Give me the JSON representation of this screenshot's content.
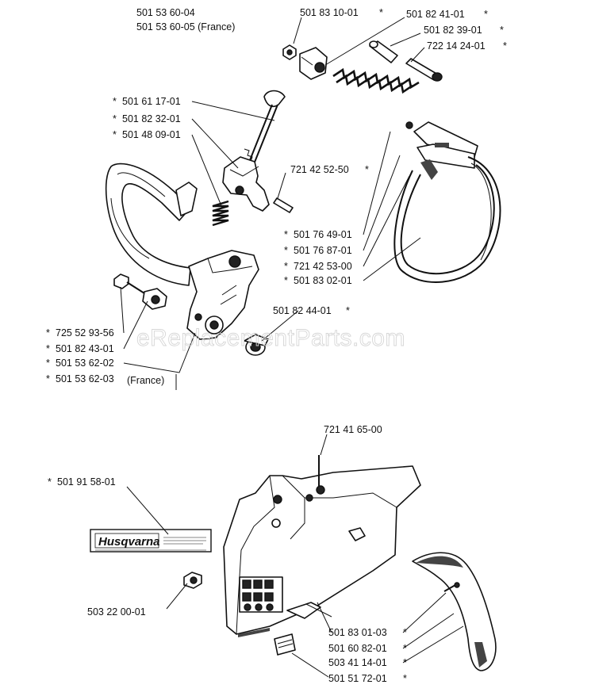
{
  "watermark": "eReplacementParts.com",
  "logo": {
    "brand": "Husqvarna"
  },
  "labels": {
    "a1": "501 53 60-04",
    "a2": "501 53 60-05 (France)",
    "b1": "501 83 10-01",
    "c1": "501 82 41-01",
    "c2": "501 82 39-01",
    "c3": "722 14 24-01",
    "d1": "501 61 17-01",
    "d2": "501 82 32-01",
    "d3": "501 48 09-01",
    "e1": "721 42 52-50",
    "f1": "501 76 49-01",
    "f2": "501 76 87-01",
    "f3": "721 42 53-00",
    "f4": "501 83 02-01",
    "g1": "501 82 44-01",
    "h1": "725 52 93-56",
    "h2": "501 82 43-01",
    "h3": "501 53 62-02",
    "h4": "501 53 62-03",
    "h4b": "(France)",
    "i1": "721 41 65-00",
    "j1": "501 91 58-01",
    "k1": "503 22 00-01",
    "l1": "501 83 01-03",
    "l2": "501 60 82-01",
    "l3": "503 41 14-01",
    "l4": "501 51 72-01",
    "star": "*"
  }
}
